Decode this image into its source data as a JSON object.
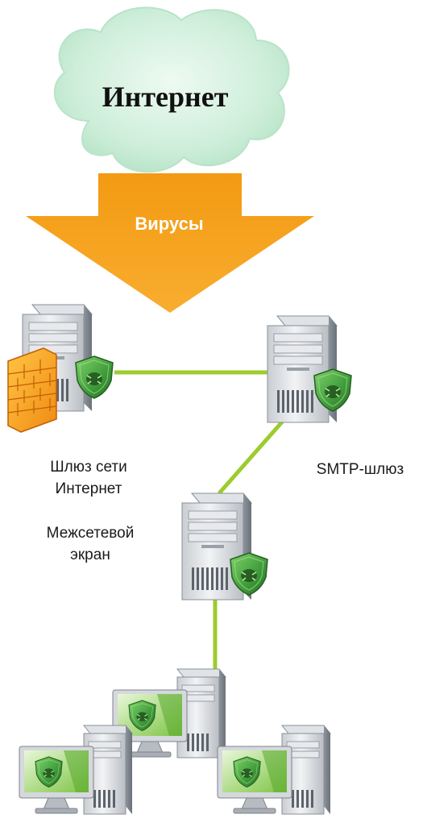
{
  "cloud": {
    "label": "Интернет"
  },
  "arrow": {
    "label": "Вирусы"
  },
  "gateway": {
    "label_line1": "Шлюз сети",
    "label_line2": "Интернет"
  },
  "firewall": {
    "label_line1": "Межсетевой",
    "label_line2": "экран"
  },
  "smtp": {
    "label": "SMTP-шлюз"
  },
  "colors": {
    "cloud": "#c9ecd6",
    "arrow": "#f7a21b",
    "link": "#9ccc2e",
    "shield": "#3e9b3a",
    "firewall": "#f5a623"
  },
  "icons": [
    "cloud-icon",
    "arrow-down-icon",
    "server-icon",
    "shield-icon",
    "firewall-icon",
    "workstation-icon"
  ]
}
